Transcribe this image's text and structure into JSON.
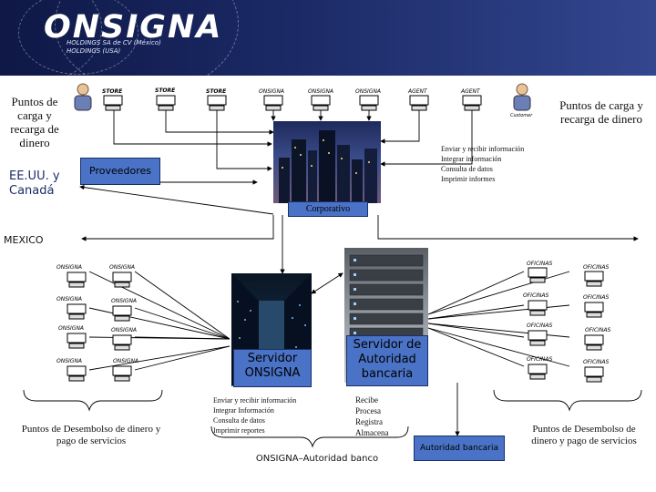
{
  "header": {
    "logo": "ONSIGNA",
    "subtitle_line1": "HOLDINGS SA de CV (México)",
    "subtitle_line2": "HOLDINGS (USA)"
  },
  "top": {
    "left_label": "Puntos de carga y recarga de dinero",
    "right_label": "Puntos de carga y recarga de dinero",
    "region_label": "EE.UU. y Canadá",
    "providers": "Proveedores",
    "corporate": "Corporativo",
    "stores": [
      "STORE",
      "STORE",
      "STORE"
    ],
    "onsigna_nodes": [
      "ONSIGNA",
      "ONSIGNA",
      "ONSIGNA"
    ],
    "agent_nodes": [
      "AGENT",
      "AGENT"
    ],
    "customer_label": "Customer",
    "functions": [
      "Enviar y recibir información",
      "Integrar información",
      "Consulta de datos",
      "Imprimir informes"
    ]
  },
  "mexico": {
    "label": "MEXICO",
    "left_nodes": [
      "ONSIGNA",
      "ONSIGNA",
      "ONSIGNA",
      "ONSIGNA",
      "ONSIGNA",
      "ONSIGNA",
      "ONSIGNA",
      "ONSIGNA"
    ],
    "right_nodes": [
      "OFICINAS",
      "OFICINAS",
      "OFICINAS",
      "OFICINAS",
      "OFICINAS",
      "OFICINAS",
      "OFICINAS",
      "OFICINAS"
    ],
    "server_onsigna": "Servidor ONSIGNA",
    "server_bank": "Servidor de Autoridad bancaria",
    "server_onsigna_functions": [
      "Enviar y recibir información",
      "Integrar Información",
      "Consulta de datos",
      "Imprimir reportes"
    ],
    "server_bank_functions": [
      "Recibe",
      "Procesa",
      "Registra",
      "Almacena"
    ],
    "bank_box": "Autoridad bancaria",
    "left_bottom_label": "Puntos de Desembolso de dinero y pago de servicios",
    "right_bottom_label": "Puntos de Desembolso de dinero y pago de servicios",
    "bottom_center": "ONSIGNA–Autoridad banco"
  },
  "colors": {
    "header": "#1b2a66",
    "label_box": "#4a73c7",
    "line": "#000000"
  }
}
